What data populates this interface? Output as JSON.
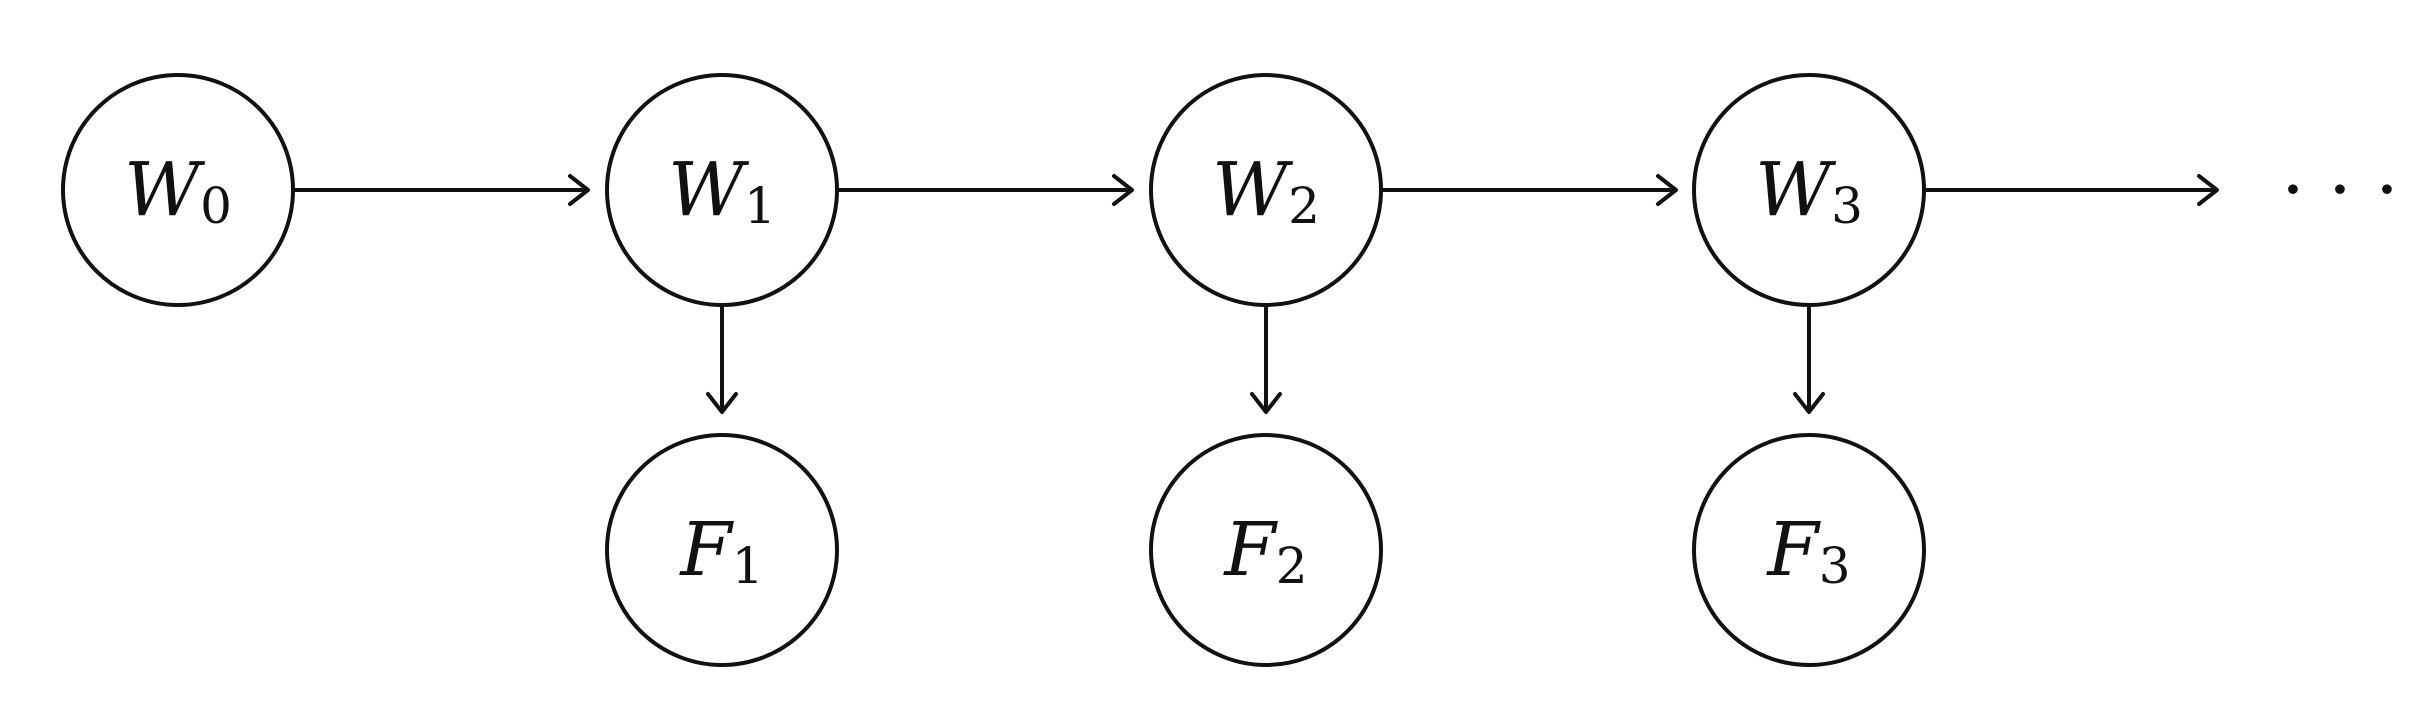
{
  "diagram": {
    "nodes": [
      {
        "id": "W0",
        "letter": "W",
        "subscript": "0"
      },
      {
        "id": "W1",
        "letter": "W",
        "subscript": "1"
      },
      {
        "id": "W2",
        "letter": "W",
        "subscript": "2"
      },
      {
        "id": "W3",
        "letter": "W",
        "subscript": "3"
      },
      {
        "id": "F1",
        "letter": "F",
        "subscript": "1"
      },
      {
        "id": "F2",
        "letter": "F",
        "subscript": "2"
      },
      {
        "id": "F3",
        "letter": "F",
        "subscript": "3"
      }
    ],
    "edges": [
      {
        "from": "W0",
        "to": "W1"
      },
      {
        "from": "W1",
        "to": "W2"
      },
      {
        "from": "W2",
        "to": "W3"
      },
      {
        "from": "W3",
        "to": "continuation"
      },
      {
        "from": "W1",
        "to": "F1"
      },
      {
        "from": "W2",
        "to": "F2"
      },
      {
        "from": "W3",
        "to": "F3"
      }
    ],
    "continuation_label": "· · ·"
  }
}
